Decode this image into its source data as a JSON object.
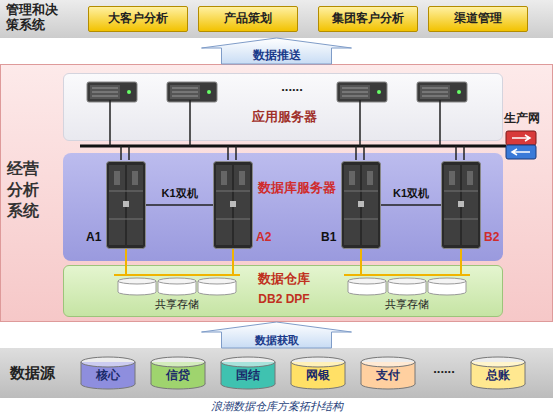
{
  "diagram": {
    "caption": "浪潮数据仓库方案拓扑结构",
    "nodes": [
      {
        "text": [
          "管理和决策系统"
        ]
      },
      {
        "text": [
          "大客户分析"
        ],
        "in": 0
      },
      {
        "text": [
          "产品策划"
        ],
        "in": 0
      },
      {
        "text": [
          "集团客户分析"
        ],
        "in": 0
      },
      {
        "text": [
          "渠道管理"
        ],
        "in": 0
      },
      {
        "text": [
          "经营分析系统"
        ]
      },
      {
        "text": [
          "应用服务器"
        ],
        "in": 5
      },
      {
        "text": [
          "数据库服务器"
        ],
        "in": 5
      },
      {
        "text": [
          "A1"
        ],
        "in": 7
      },
      {
        "text": [
          "A2"
        ],
        "in": 7
      },
      {
        "text": [
          "B1"
        ],
        "in": 7
      },
      {
        "text": [
          "B2"
        ],
        "in": 7
      },
      {
        "text": [
          "数据仓库",
          "DB2 DPF"
        ],
        "in": 5
      },
      {
        "text": [
          "共享存储"
        ],
        "in": 12
      },
      {
        "text": [
          "共享存储"
        ],
        "in": 12
      },
      {
        "text": [
          "数据源"
        ]
      },
      {
        "text": [
          "核心"
        ],
        "in": 15
      },
      {
        "text": [
          "信贷"
        ],
        "in": 15
      },
      {
        "text": [
          "国结"
        ],
        "in": 15
      },
      {
        "text": [
          "网银"
        ],
        "in": 15
      },
      {
        "text": [
          "支付"
        ],
        "in": 15
      },
      {
        "text": [
          "总账"
        ],
        "in": 15
      }
    ],
    "edges": [
      {
        "from": 5,
        "to": 0,
        "label": "数据推送",
        "arrow": "to"
      },
      {
        "from": 15,
        "to": 5,
        "label": "数据获取",
        "arrow": "to"
      },
      {
        "from": 8,
        "to": 9,
        "label": "K1双机",
        "arrow": "none"
      },
      {
        "from": 10,
        "to": 11,
        "label": "K1双机",
        "arrow": "none"
      },
      {
        "from": 8,
        "to": 13,
        "arrow": "none"
      },
      {
        "from": 9,
        "to": 13,
        "arrow": "none"
      },
      {
        "from": 10,
        "to": 14,
        "arrow": "none"
      },
      {
        "from": 11,
        "to": 14,
        "arrow": "none"
      }
    ],
    "labels": [
      "......",
      "生产网",
      "......"
    ]
  }
}
